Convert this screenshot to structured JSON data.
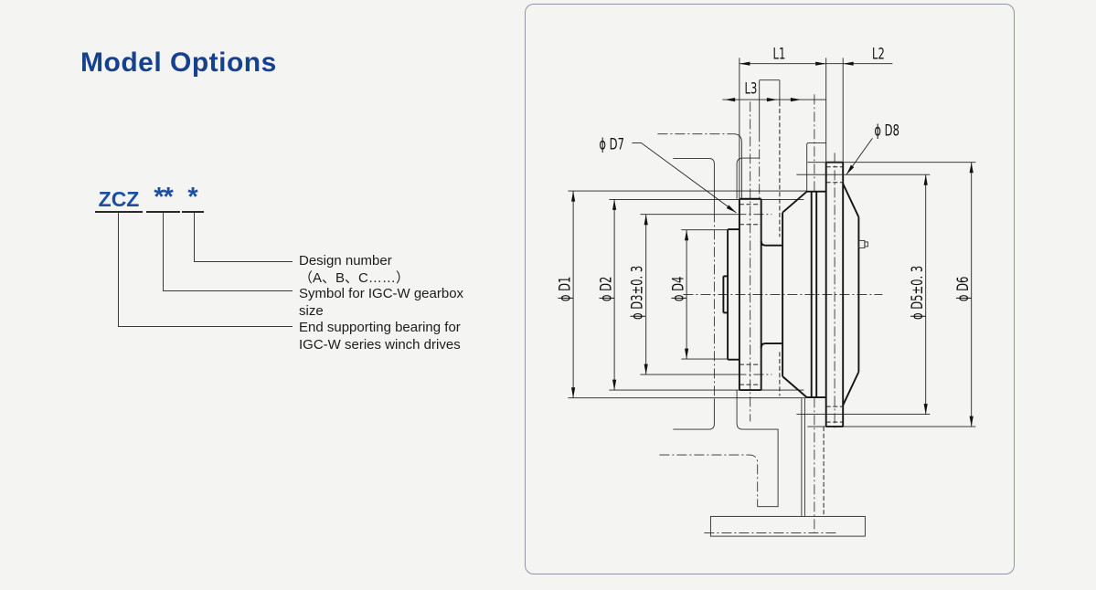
{
  "title": "Model Options",
  "model_code": {
    "prefix": "ZCZ",
    "stars2": "**",
    "star1": "*"
  },
  "annotations": {
    "design_number": {
      "line1": "Design number",
      "line2": "（A、B、C……）"
    },
    "gearbox_symbol": {
      "line1": "Symbol for IGC-W gearbox",
      "line2": "size"
    },
    "end_bearing": {
      "line1": "End supporting bearing for",
      "line2": "IGC-W series winch drives"
    }
  },
  "drawing": {
    "dims": {
      "L1": "L1",
      "L2": "L2",
      "L3": "L3",
      "D1": "ϕ D1",
      "D2": "ϕ D2",
      "D3": "ϕ D3±0. 3",
      "D4": "ϕ D4",
      "D5": "ϕ D5±0. 3",
      "D6": "ϕ D6",
      "D7": "ϕ D7",
      "D8": "ϕ D8"
    }
  },
  "colors": {
    "title_blue": "#16418f",
    "code_blue": "#1d4fa0",
    "line_dark": "#141414",
    "box_border": "#8d97a3",
    "background": "#f4f4f3"
  }
}
